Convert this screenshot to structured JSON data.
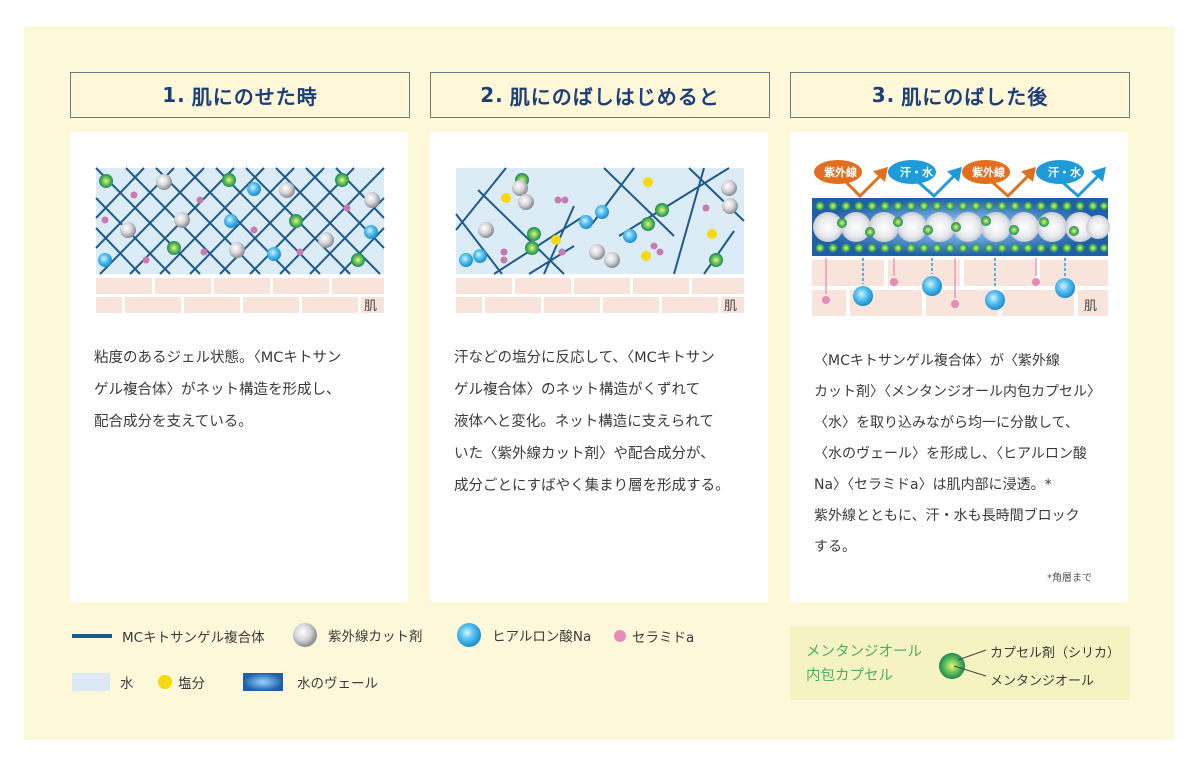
{
  "columns": [
    {
      "number": "1.",
      "title": "肌にのせた時",
      "skin_label": "肌",
      "description": [
        "粘度のあるジェル状態。〈MCキトサン",
        "ゲル複合体〉がネット構造を形成し、",
        "配合成分を支えている。"
      ]
    },
    {
      "number": "2.",
      "title": "肌にのばしはじめると",
      "skin_label": "肌",
      "description": [
        "汗などの塩分に反応して、〈MCキトサン",
        "ゲル複合体〉のネット構造がくずれて",
        "液体へと変化。ネット構造に支えられて",
        "いた〈紫外線カット剤〉や配合成分が、",
        "成分ごとにすばやく集まり層を形成する。"
      ]
    },
    {
      "number": "3.",
      "title": "肌にのばした後",
      "skin_label": "肌",
      "badges": [
        "紫外線",
        "汗・水",
        "紫外線",
        "汗・水"
      ],
      "description": [
        "〈MCキトサンゲル複合体〉が〈紫外線",
        "カット剤〉〈メンタンジオール内包カプセル〉",
        "〈水〉を取り込みながら均一に分散して、",
        "〈水のヴェール〉を形成し、〈ヒアルロン酸",
        "Na〉〈セラミドa〉は肌内部に浸透。*",
        "紫外線とともに、汗・水も長時間ブロック",
        "する。"
      ],
      "footnote": "*角層まで"
    }
  ],
  "legend": {
    "items": [
      {
        "label": "MCキトサンゲル複合体",
        "icon": "line-icon"
      },
      {
        "label": "紫外線カット剤",
        "icon": "gray-sphere-icon"
      },
      {
        "label": "ヒアルロン酸Na",
        "icon": "blue-sphere-icon"
      },
      {
        "label": "セラミドa",
        "icon": "pink-dot-icon"
      },
      {
        "label": "水",
        "icon": "water-swatch-icon"
      },
      {
        "label": "塩分",
        "icon": "yellow-dot-icon"
      },
      {
        "label": "水のヴェール",
        "icon": "veil-swatch-icon"
      }
    ]
  },
  "capsule": {
    "title_line1": "メンタンジオール",
    "title_line2": "内包カプセル",
    "outer_label": "カプセル剤（シリカ）",
    "inner_label": "メンタンジオール"
  },
  "colors": {
    "background": "#fef8db",
    "title_text": "#1c3f7a",
    "net_line": "#1e5a8a",
    "water": "#dcecf6",
    "skin": "#f9e4dc",
    "uv_badge": "#e36f1e",
    "sweat_badge": "#1e9bd8",
    "ceramide": "#e48bb8",
    "salt": "#f5d90a",
    "capsule_green": "#2aa060"
  }
}
